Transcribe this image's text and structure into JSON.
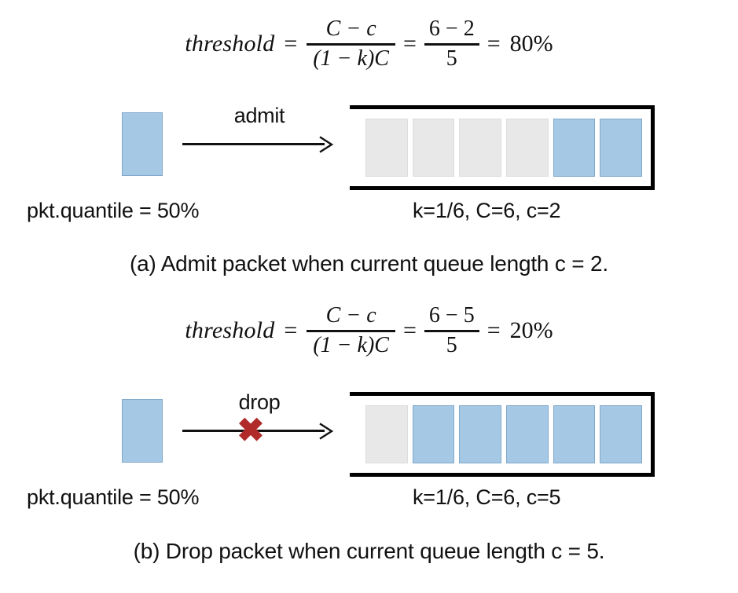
{
  "figure": {
    "panels": [
      {
        "id": "a",
        "formula": {
          "lhs": "threshold",
          "eq1": "=",
          "fraction_symbolic": {
            "numerator": "C − c",
            "denominator": "(1 − k)C"
          },
          "eq2": "=",
          "fraction_numeric": {
            "numerator": "6 − 2",
            "denominator": "5"
          },
          "eq3": "=",
          "result": "80%"
        },
        "arrow": {
          "label": "admit",
          "arrow_icon": "arrow-right-icon",
          "blocked": false,
          "block_icon": ""
        },
        "incoming_packet_name": "incoming-packet",
        "queue": {
          "capacity": 6,
          "slots": [
            {
              "state": "empty"
            },
            {
              "state": "empty"
            },
            {
              "state": "empty"
            },
            {
              "state": "empty"
            },
            {
              "state": "filled"
            },
            {
              "state": "filled"
            }
          ]
        },
        "left_label": "pkt.quantile = 50%",
        "right_label": "k=1/6, C=6, c=2",
        "caption": "(a) Admit packet when current queue length c = 2."
      },
      {
        "id": "b",
        "formula": {
          "lhs": "threshold",
          "eq1": "=",
          "fraction_symbolic": {
            "numerator": "C − c",
            "denominator": "(1 − k)C"
          },
          "eq2": "=",
          "fraction_numeric": {
            "numerator": "6 − 5",
            "denominator": "5"
          },
          "eq3": "=",
          "result": "20%"
        },
        "arrow": {
          "label": "drop",
          "arrow_icon": "arrow-right-icon",
          "blocked": true,
          "block_icon": "✖"
        },
        "incoming_packet_name": "incoming-packet",
        "queue": {
          "capacity": 6,
          "slots": [
            {
              "state": "empty"
            },
            {
              "state": "filled"
            },
            {
              "state": "filled"
            },
            {
              "state": "filled"
            },
            {
              "state": "filled"
            },
            {
              "state": "filled"
            }
          ]
        },
        "left_label": "pkt.quantile = 50%",
        "right_label": "k=1/6, C=6, c=5",
        "caption": "(b) Drop packet when current queue length c = 5."
      }
    ],
    "colors": {
      "packet_fill": "#A5C9E5",
      "packet_border": "#7FA8CB",
      "empty_slot_fill": "#E8E8E8",
      "empty_slot_border": "#DDDDDD",
      "queue_wall": "#000000",
      "drop_mark": "#B02A2A",
      "text": "#111111",
      "background": "#FFFFFF"
    }
  }
}
